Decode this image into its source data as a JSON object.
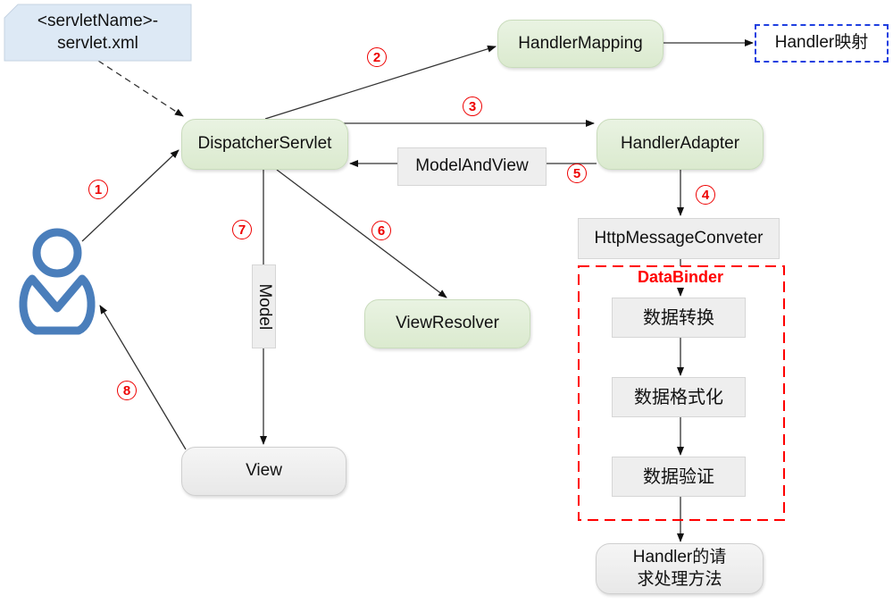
{
  "nodes": {
    "config": "<servletName>-servlet.xml",
    "config_line1": "<servletName>-",
    "config_line2": "servlet.xml",
    "dispatcher": "DispatcherServlet",
    "handler_mapping": "HandlerMapping",
    "handler_map_result": "Handler映射",
    "handler_adapter": "HandlerAdapter",
    "model_and_view": "ModelAndView",
    "message_converter": "HttpMessageConveter",
    "data_binder": "DataBinder",
    "data_conversion": "数据转换",
    "data_formatting": "数据格式化",
    "data_validation": "数据验证",
    "handler_method_line1": "Handler的请",
    "handler_method_line2": "求处理方法",
    "view_resolver": "ViewResolver",
    "model": "Model",
    "view": "View"
  },
  "steps": [
    "1",
    "2",
    "3",
    "4",
    "5",
    "6",
    "7",
    "8"
  ],
  "colors": {
    "green": "#e2efda",
    "blue_note": "#dde9f5",
    "step_red": "#ee0000",
    "user_blue": "#4a7ebb",
    "databinder_red": "#ff0000",
    "mapping_blue": "#1f3fe0"
  },
  "icons": {
    "user": "user-icon"
  }
}
